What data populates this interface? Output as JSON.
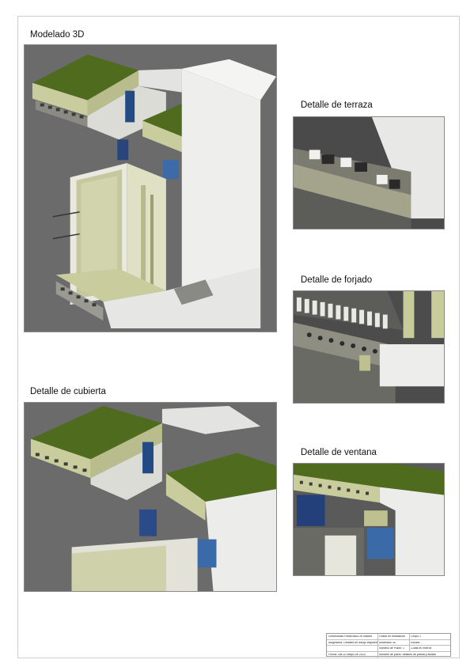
{
  "headings": {
    "modelado": "Modelado 3D",
    "terraza": "Detalle de terraza",
    "forjado": "Detalle de forjado",
    "cubierta": "Detalle de cubierta",
    "ventana": "Detalle de ventana"
  },
  "title_block": {
    "university": "Universidad Politécnica De Madrid",
    "grado": "Grado en edificación",
    "grupo": "Grupo 1",
    "asignatura": "Asignatura: Detalles de dibujo arquitectónico II",
    "contenido": "Modelado 3D",
    "escala": "Escala: -",
    "plano_num": "Número de Plano: 1",
    "unidades": "Cotas en metros",
    "fecha": "Fecha: Dia 20 Mayo De 2023",
    "alumno": "Nombre de plano: detalles de planta y alzado"
  },
  "colors": {
    "panel_bg": "#6d6d6d",
    "green_roof": "#4f6b1e",
    "insulation": "#c8cc9a",
    "concrete": "#e6e7e7",
    "glass": "#2f4f8a"
  }
}
